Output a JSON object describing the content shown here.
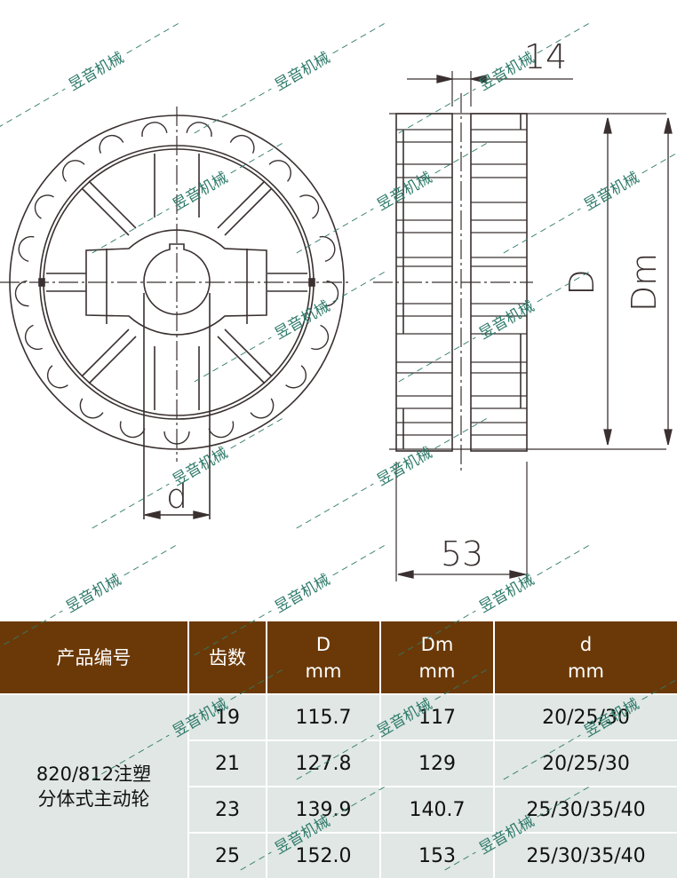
{
  "drawing": {
    "front_view": {
      "dimension_label": "d"
    },
    "side_view": {
      "labels": {
        "hub_gap": "14",
        "width": "53",
        "pitch_dia": "D",
        "outer_dia": "Dm"
      }
    }
  },
  "watermark": {
    "text": "昱音机械",
    "color": "#2e7a6a"
  },
  "table": {
    "header_color": "#6b3907",
    "body_color": "#e0e7e4",
    "columns": [
      {
        "line1": "产品编号",
        "line2": ""
      },
      {
        "line1": "齿数",
        "line2": ""
      },
      {
        "line1": "D",
        "line2": "mm"
      },
      {
        "line1": "Dm",
        "line2": "mm"
      },
      {
        "line1": "d",
        "line2": "mm"
      }
    ],
    "product": {
      "line1": "820/812注塑",
      "line2": "分体式主动轮"
    },
    "rows": [
      {
        "teeth": "19",
        "D": "115.7",
        "Dm": "117",
        "d": "20/25/30"
      },
      {
        "teeth": "21",
        "D": "127.8",
        "Dm": "129",
        "d": "20/25/30"
      },
      {
        "teeth": "23",
        "D": "139.9",
        "Dm": "140.7",
        "d": "25/30/35/40"
      },
      {
        "teeth": "25",
        "D": "152.0",
        "Dm": "153",
        "d": "25/30/35/40"
      }
    ]
  }
}
